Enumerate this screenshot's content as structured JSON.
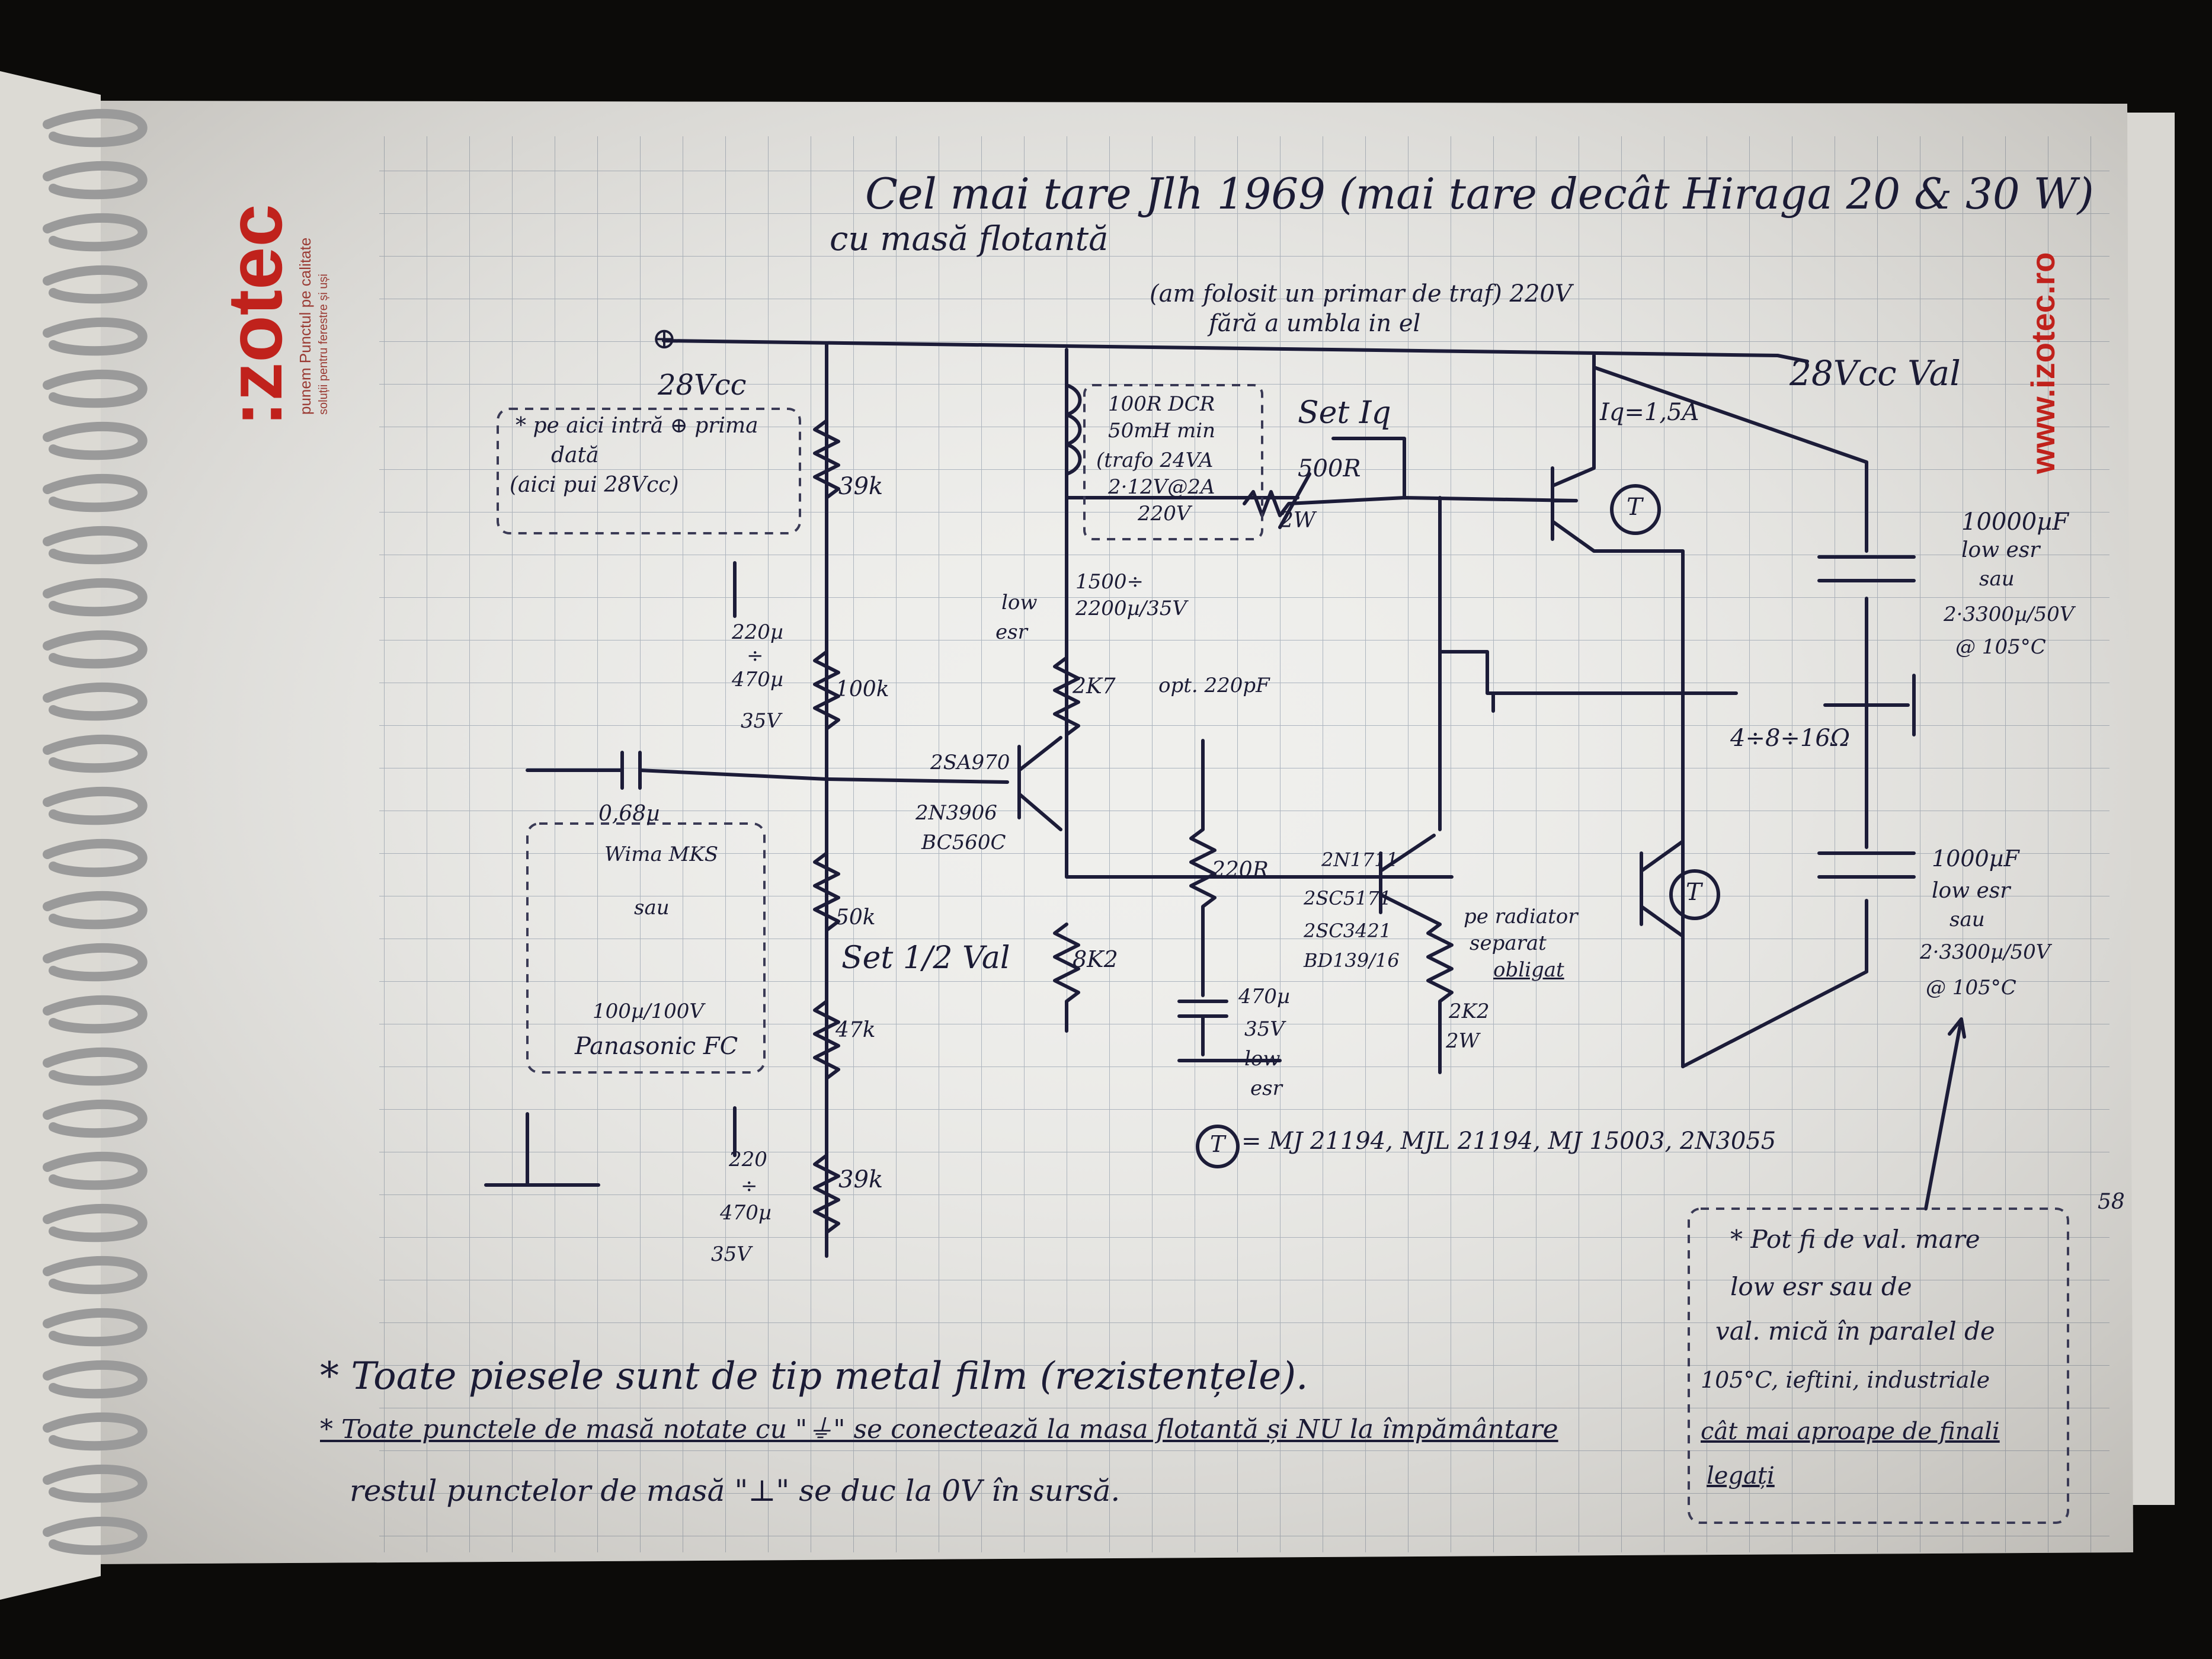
{
  "brand": {
    "logo": ":zotec",
    "tag1": "punem Punctul pe calitate",
    "tag2": "soluții pentru ferestre și uși",
    "url": "www.izotec.ro"
  },
  "page_number": "58",
  "title": {
    "line1": "Cel mai tare Jlh 1969 (mai tare decât Hiraga 20 & 30 W)",
    "line2": "cu masă flotantă"
  },
  "note_top": {
    "line1": "(am folosit un primar de traf) 220V",
    "line2": "fără a umbla in el"
  },
  "labels": {
    "plus": "⊕",
    "v28": "28Vcc",
    "v28_val": "28Vcc Val",
    "feed1": "* pe aici intră ⊕ prima",
    "feed2": "dată",
    "feed3": "(aici pui 28Vcc)",
    "r39k_top": "39k",
    "c220_1": "220µ",
    "c220_2": "÷",
    "c220_3": "470µ",
    "c220_4": "35V",
    "r100k": "100k",
    "inductor1": "100R DCR",
    "inductor2": "50mH min",
    "inductor3": "(trafo 24VA",
    "inductor4": "2·12V@2A",
    "inductor5": "220V",
    "setig": "Set Iq",
    "r500r": "500R",
    "r500r_w": "2W",
    "ig": "Iq=1,5A",
    "c1500_1": "1500÷",
    "c1500_2": "2200µ/35V",
    "lowesr_1": "low",
    "lowesr_2": "esr",
    "r2k7": "2K7",
    "opt": "opt. 220pF",
    "c10000a_1": "10000µF",
    "c10000a_2": "low esr",
    "c10000a_3": "sau",
    "c10000a_4": "2·3300µ/50V",
    "c10000a_5": "@ 105°C",
    "load": "4÷8÷16Ω",
    "cin_1": "0,68µ",
    "cin_2": "Wima MKS",
    "sau_mid": "sau",
    "c100_1": "100µ/100V",
    "c100_2": "Panasonic FC",
    "q1_1": "2SA970",
    "q1_2": "2N3906",
    "q1_3": "BC560C",
    "r50k": "50k",
    "sethalf": "Set 1/2 Val",
    "r47k": "47k",
    "r8k2": "8K2",
    "r220r": "220R",
    "c470_1": "470µ",
    "c470_2": "35V",
    "c470_3": "low",
    "c470_4": "esr",
    "q2_1": "2N1711",
    "q2_2": "2SC5171",
    "q2_3": "2SC3421",
    "q2_4": "BD139/16",
    "rad_1": "pe radiator",
    "rad_2": "separat",
    "rad_3": "obligat",
    "r2k2_1": "2K2",
    "r2k2_2": "2W",
    "c10000b_1": "1000µF",
    "c10000b_2": "low esr",
    "c10000b_3": "sau",
    "c10000b_4": "2·3300µ/50V",
    "c10000b_5": "@ 105°C",
    "c220b_1": "220",
    "c220b_2": "÷",
    "c220b_3": "470µ",
    "c220b_4": "35V",
    "r39k_bot": "39k",
    "t_mark": "T",
    "t_list": "= MJ 21194, MJL 21194, MJ 15003, 2N3055"
  },
  "note_box": {
    "line1": "* Pot fi de val. mare",
    "line2": "low esr sau de",
    "line3": "val. mică în paralel de",
    "line4": "105°C, ieftini, industriale",
    "line5": "cât mai aproape de finali",
    "line6": "legați"
  },
  "footer": {
    "note1": "* Toate piesele sunt de tip metal film (rezistențele).",
    "note2": "* Toate punctele de masă notate cu \"⏚\" se conectează la masa flotantă și NU la împământare",
    "note3": "restul punctelor de masă \"⊥\" se duc la 0V în sursă."
  }
}
